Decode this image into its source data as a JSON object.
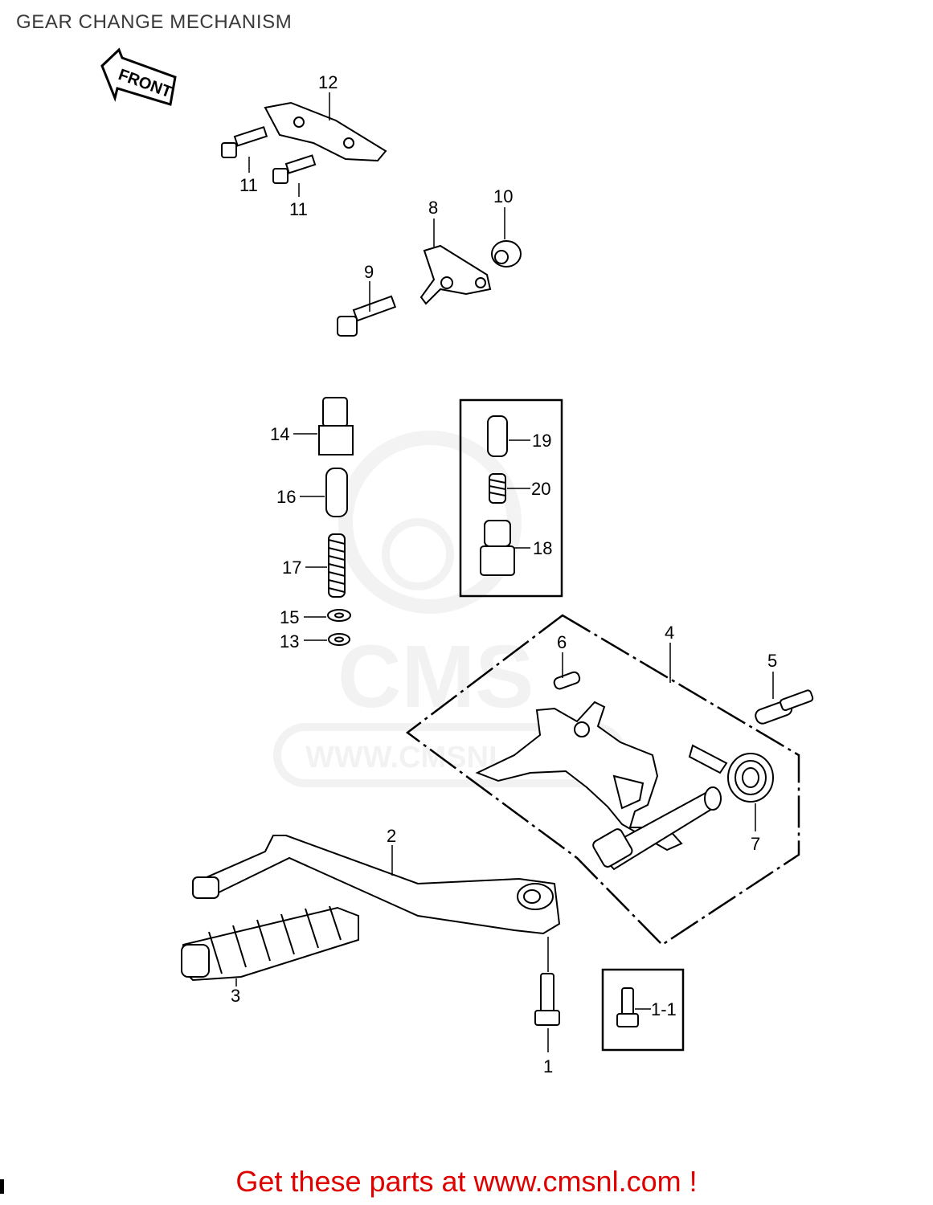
{
  "title": "GEAR CHANGE MECHANISM",
  "front_arrow": "FRONT",
  "watermark": "WWW.CMSNL.COM",
  "parts": [
    {
      "id": "p12",
      "label": "12"
    },
    {
      "id": "p11a",
      "label": "11"
    },
    {
      "id": "p11b",
      "label": "11"
    },
    {
      "id": "p8",
      "label": "8"
    },
    {
      "id": "p10",
      "label": "10"
    },
    {
      "id": "p9",
      "label": "9"
    },
    {
      "id": "p14",
      "label": "14"
    },
    {
      "id": "p16",
      "label": "16"
    },
    {
      "id": "p17",
      "label": "17"
    },
    {
      "id": "p15",
      "label": "15"
    },
    {
      "id": "p13",
      "label": "13"
    },
    {
      "id": "p19",
      "label": "19"
    },
    {
      "id": "p20",
      "label": "20"
    },
    {
      "id": "p18",
      "label": "18"
    },
    {
      "id": "p4",
      "label": "4"
    },
    {
      "id": "p6",
      "label": "6"
    },
    {
      "id": "p5",
      "label": "5"
    },
    {
      "id": "p7",
      "label": "7"
    },
    {
      "id": "p2",
      "label": "2"
    },
    {
      "id": "p3",
      "label": "3"
    },
    {
      "id": "p1",
      "label": "1"
    },
    {
      "id": "p1-1",
      "label": "1-1"
    }
  ],
  "footer": "Get these parts at www.cmsnl.com !"
}
